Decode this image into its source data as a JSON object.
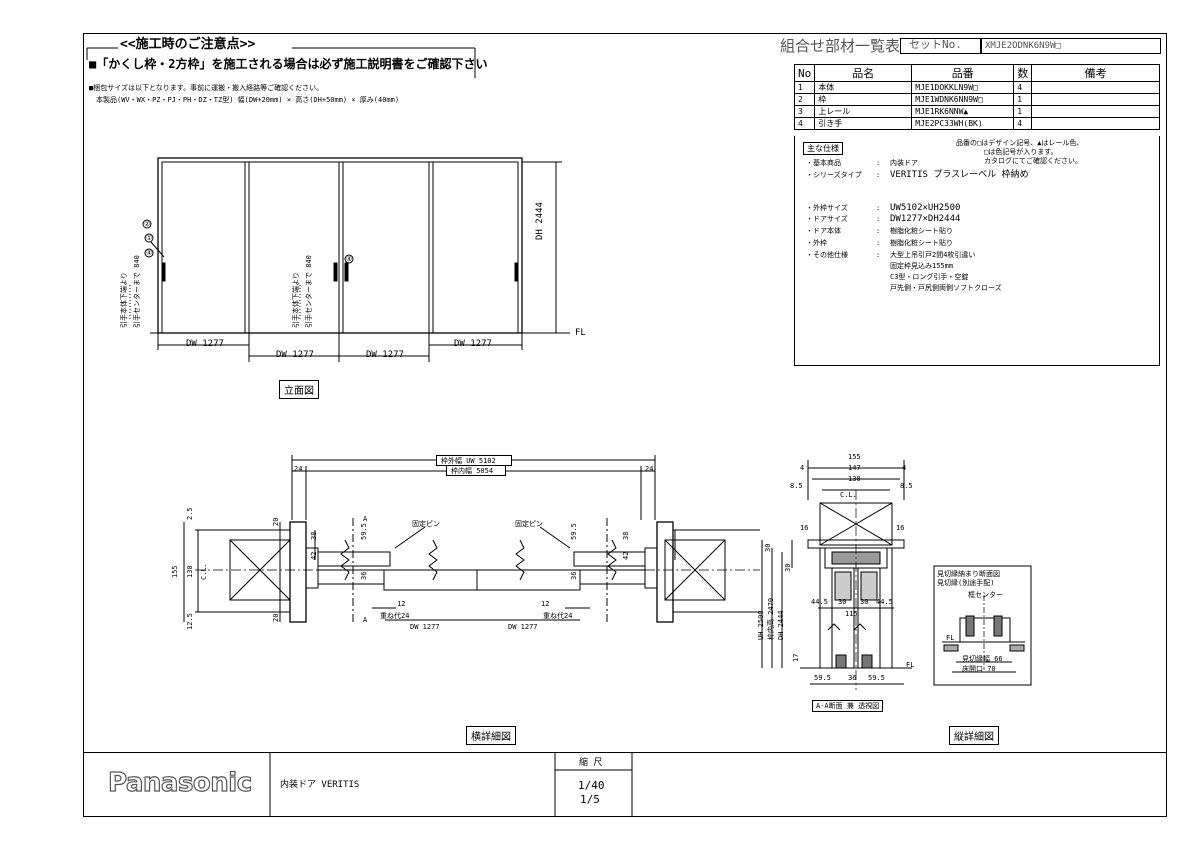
{
  "notice": {
    "title": "<<施工時のご注意点>>",
    "warning": "■「かくし枠・2方枠」を施工される場合は必ず施工説明書をご確認下さい",
    "line1": "■梱包サイズは以下となります。事前に運搬・搬入経路等ご確認ください。",
    "line2": "本製品(WV・WX・PZ・PJ・PH・DZ・TZ型)  幅(DW+20mm) × 高さ(DH+50mm) × 厚み(40mm)"
  },
  "header": {
    "title": "組合せ部材一覧表",
    "set_label": "セットNo.",
    "set_no": "XMJE2ODNK6N9W□"
  },
  "parts": {
    "columns": [
      "No",
      "品名",
      "品番",
      "数",
      "備考"
    ],
    "rows": [
      {
        "no": "1",
        "name": "本体",
        "code": "MJE1DOKKLN9W□",
        "qty": "4"
      },
      {
        "no": "2",
        "name": "枠",
        "code": "MJE1WDNK6NN9W□",
        "qty": "1"
      },
      {
        "no": "3",
        "name": "上レール",
        "code": "MJE1RK6NNW▲",
        "qty": "1"
      },
      {
        "no": "4",
        "name": "引き手",
        "code": "MJE2PC33WH(BK)",
        "qty": "4"
      }
    ],
    "note1": "品番の□はデザイン記号、▲はレール色、",
    "note2": "□は色記号が入ります。",
    "note3": "カタログにてご確認ください。"
  },
  "specs": {
    "heading": "主な仕様",
    "base_label": "・基本商品",
    "base_value": "内装ドア",
    "series_label": "・シリーズタイプ",
    "series_value": "VERITIS プラスレーベル 枠納め",
    "outer_label": "・外枠サイズ",
    "outer_value": "UW5102×UH2500",
    "door_label": "・ドアサイズ",
    "door_value": "DW1277×DH2444",
    "body_label": "・ドア本体",
    "body_value": "樹脂化粧シート貼り",
    "frame_label": "・外枠",
    "frame_value": "樹脂化粧シート貼り",
    "other_label": "・その他仕様",
    "other1": "大型上吊引戸2間4枚引違い",
    "other2": "固定枠見込み155mm",
    "other3": "C3型・ロング引手・空錠",
    "other4": "戸先側・戸尻側両側ソフトクローズ"
  },
  "elevation": {
    "caption": "立面図",
    "dw": "DW 1277",
    "dh": "DH 2444",
    "fl": "FL",
    "handle_note": "引手本体下端より",
    "handle_note2": "引手センターまで 840",
    "balloons": [
      "②",
      "①",
      "④",
      "④"
    ]
  },
  "plan": {
    "caption": "横詳細図",
    "outer_width": "枠外幅 UW 5102",
    "inner_width": "枠内幅 5054",
    "dim_24": "24",
    "dim_155": "155",
    "dim_130": "130",
    "dim_20": "20",
    "dim_2_5": "2.5",
    "dim_12_5": "12.5",
    "dim_38": "38",
    "dim_42": "42",
    "dim_59_5": "59.5",
    "dim_36": "36",
    "dim_12": "12",
    "overlap": "重ね代24",
    "dw": "DW 1277",
    "cl": "C.L.",
    "pin": "固定ピン",
    "sec_a": "A"
  },
  "section": {
    "caption": "縦詳細図",
    "sub_caption": "A-A断面 兼 透視図",
    "dim_155": "155",
    "dim_147": "147",
    "dim_130": "130",
    "dim_8_5": "8.5",
    "dim_4": "4",
    "dim_16": "16",
    "dim_30": "30",
    "dim_44_5": "44.5",
    "dim_36": "36",
    "dim_59_5": "59.5",
    "dim_115": "115",
    "uh": "UH 2500",
    "inner_h": "枠内高 2470",
    "dh": "DH 2444",
    "dim_17": "17",
    "cl": "C.L.",
    "fl": "FL"
  },
  "inset": {
    "title1": "見切縁納まり断面図",
    "title2": "見切縁(別途手配)",
    "center": "框センター",
    "fl": "FL",
    "w1": "見切縁幅 66",
    "w2": "床開口 70"
  },
  "footer": {
    "brand": "Panasonic",
    "product": "内装ドア VERITIS",
    "scale_label": "縮 尺",
    "scale1": "1/40",
    "scale2": "1/5"
  }
}
